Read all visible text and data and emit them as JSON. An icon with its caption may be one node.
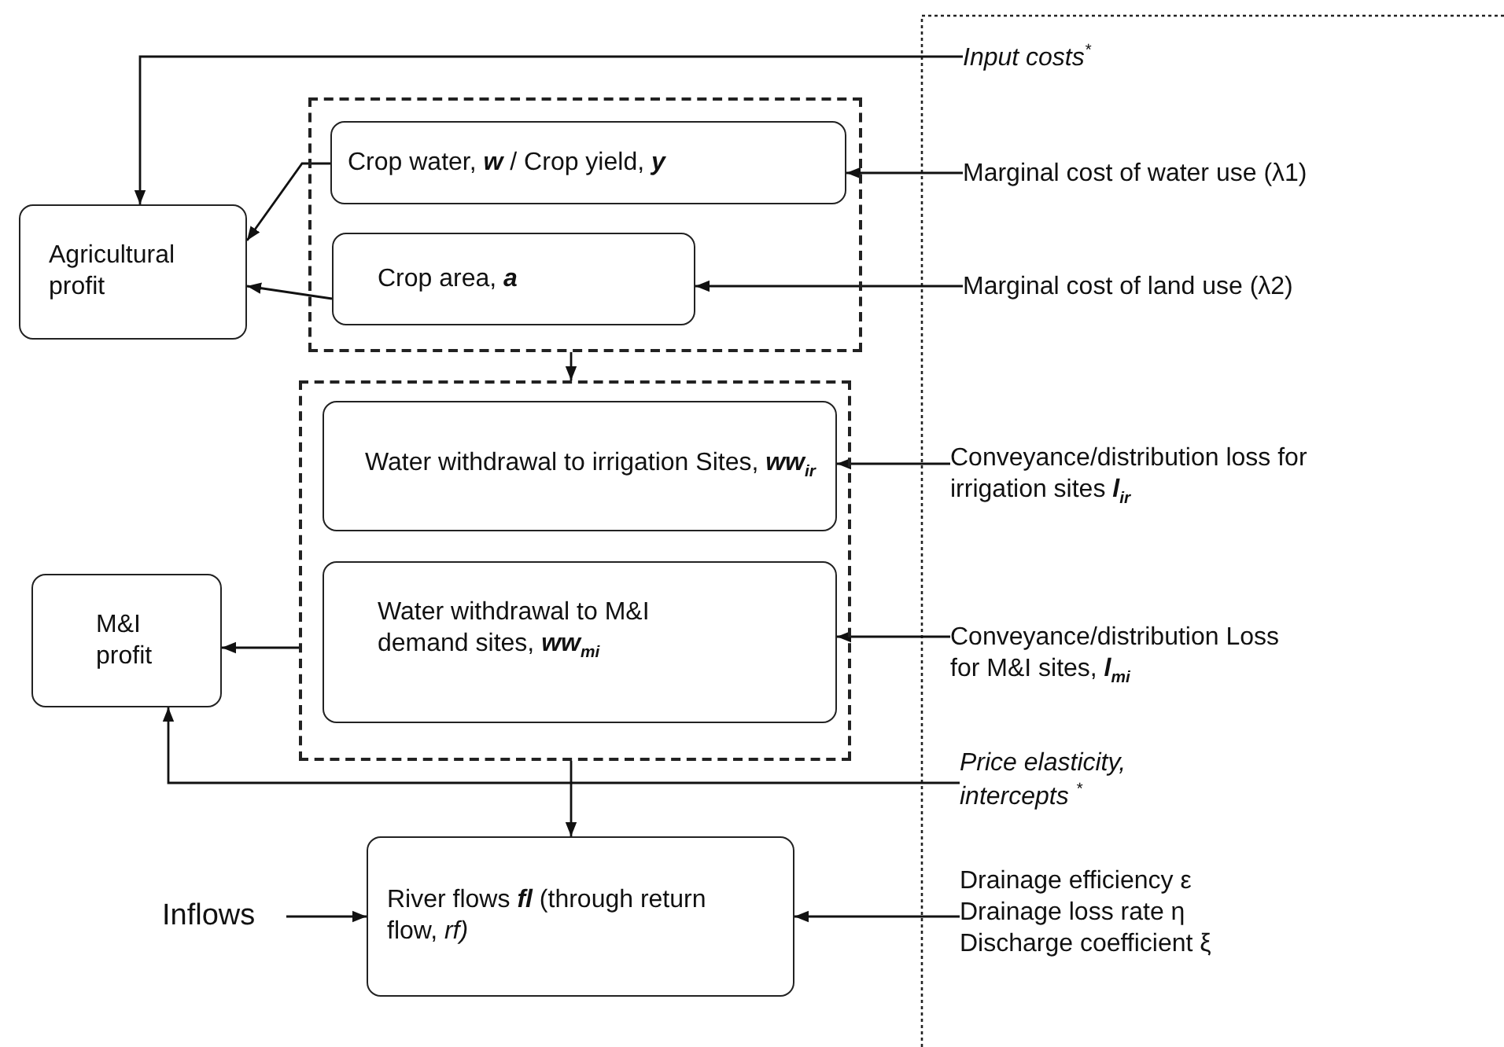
{
  "diagram": {
    "nodes": [
      {
        "text": [
          "Agricultural profit"
        ]
      },
      {
        "text": [],
        "shape": "box"
      },
      {
        "text": [
          "Crop water, **w** / Crop yield, **y**"
        ],
        "in": 1
      },
      {
        "text": [
          "Crop area, **a**"
        ],
        "in": 1
      },
      {
        "text": [],
        "shape": "box"
      },
      {
        "text": [
          "Water withdrawal to irrigation Sites, **ww**$_{ir}$"
        ],
        "in": 4
      },
      {
        "text": [
          "Water withdrawal to M&I demand sites, **ww**$_{mi}$"
        ],
        "in": 4
      },
      {
        "text": [
          "M&I profit"
        ]
      },
      {
        "text": [
          "River flows **fl** (through return flow, *rf)*"
        ]
      },
      {
        "text": [
          "Inflows"
        ]
      },
      {
        "text": [
          "Input costs$^{*}$"
        ]
      },
      {
        "text": [
          "Marginal cost of water use (λ1)"
        ]
      },
      {
        "text": [
          "Marginal cost of land use (λ2)"
        ]
      },
      {
        "text": [
          "Conveyance/distribution loss for irrigation sites **l**$_{ir}$"
        ]
      },
      {
        "text": [
          "Conveyance/distribution Loss for M&I sites, **l**$_{mi}$"
        ]
      },
      {
        "text": [
          "Price elasticity, intercepts $^{*}$"
        ]
      },
      {
        "text": [
          "Drainage efficiency ε",
          "Drainage loss rate η",
          "Discharge coefficient ξ"
        ]
      }
    ],
    "edges": [
      {
        "from": 10,
        "to": 0,
        "arrow": "to"
      },
      {
        "from": 2,
        "to": 0,
        "arrow": "to"
      },
      {
        "from": 3,
        "to": 0,
        "arrow": "to"
      },
      {
        "from": 11,
        "to": 2,
        "arrow": "to"
      },
      {
        "from": 12,
        "to": 3,
        "arrow": "to"
      },
      {
        "from": 1,
        "to": 4,
        "arrow": "to"
      },
      {
        "from": 13,
        "to": 5,
        "arrow": "to"
      },
      {
        "from": 14,
        "to": 6,
        "arrow": "to"
      },
      {
        "from": 4,
        "to": 7,
        "arrow": "to"
      },
      {
        "from": 15,
        "to": 7,
        "arrow": "to"
      },
      {
        "from": 4,
        "to": 8,
        "arrow": "to"
      },
      {
        "from": 9,
        "to": 8,
        "arrow": "to"
      },
      {
        "from": 16,
        "to": 8,
        "arrow": "to"
      }
    ]
  }
}
